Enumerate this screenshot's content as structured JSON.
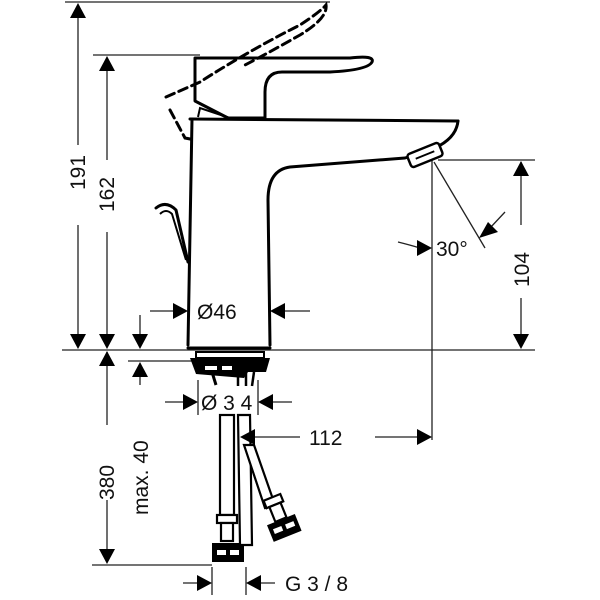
{
  "drawing": {
    "subject": "Single-lever basin mixer faucet – dimension drawing",
    "colors": {
      "line": "#000000",
      "background": "#ffffff"
    },
    "dimensions": {
      "total_height_with_lever": "191",
      "height_to_top": "162",
      "spout_height": "104",
      "body_diameter": "Ø46",
      "base_diameter": "Ø 3 4",
      "spout_reach": "112",
      "max_deck_thickness": "max. 40",
      "hose_length": "380",
      "connection_thread": "G 3 / 8",
      "spray_angle": "30°"
    }
  }
}
